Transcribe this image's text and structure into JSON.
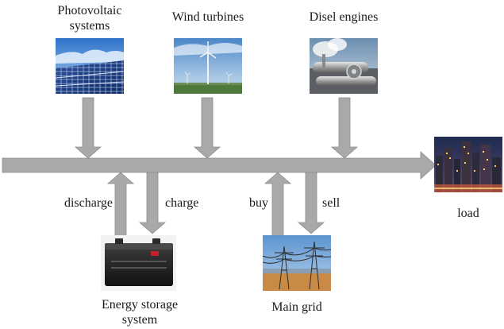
{
  "sources": {
    "photovoltaic": {
      "line1": "Photovoltaic",
      "line2": "systems"
    },
    "wind": {
      "label": "Wind turbines"
    },
    "diesel": {
      "label": "Disel engines"
    }
  },
  "storage": {
    "line1": "Energy storage",
    "line2": "system",
    "discharge_label": "discharge",
    "charge_label": "charge"
  },
  "grid": {
    "label": "Main grid",
    "buy_label": "buy",
    "sell_label": "sell"
  },
  "load": {
    "label": "load"
  },
  "colors": {
    "arrow_fill": "#a9a9a9",
    "arrow_stroke": "#8c8c8c"
  }
}
